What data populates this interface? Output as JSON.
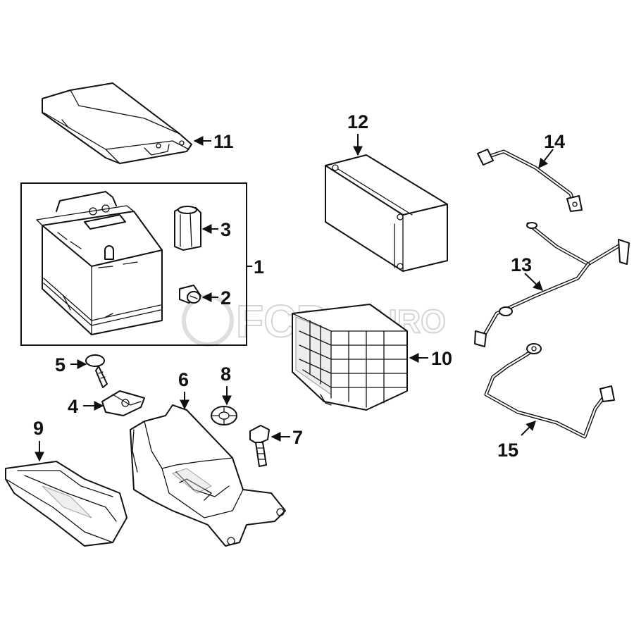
{
  "watermark": {
    "brand_main": "FCP",
    "brand_sub": "EURO"
  },
  "callouts": {
    "c1": "1",
    "c2": "2",
    "c3": "3",
    "c4": "4",
    "c5": "5",
    "c6": "6",
    "c7": "7",
    "c8": "8",
    "c9": "9",
    "c10": "10",
    "c11": "11",
    "c12": "12",
    "c13": "13",
    "c14": "14",
    "c15": "15"
  },
  "colors": {
    "line": "#111111",
    "background": "#ffffff",
    "watermark": "#c8c8c8"
  }
}
